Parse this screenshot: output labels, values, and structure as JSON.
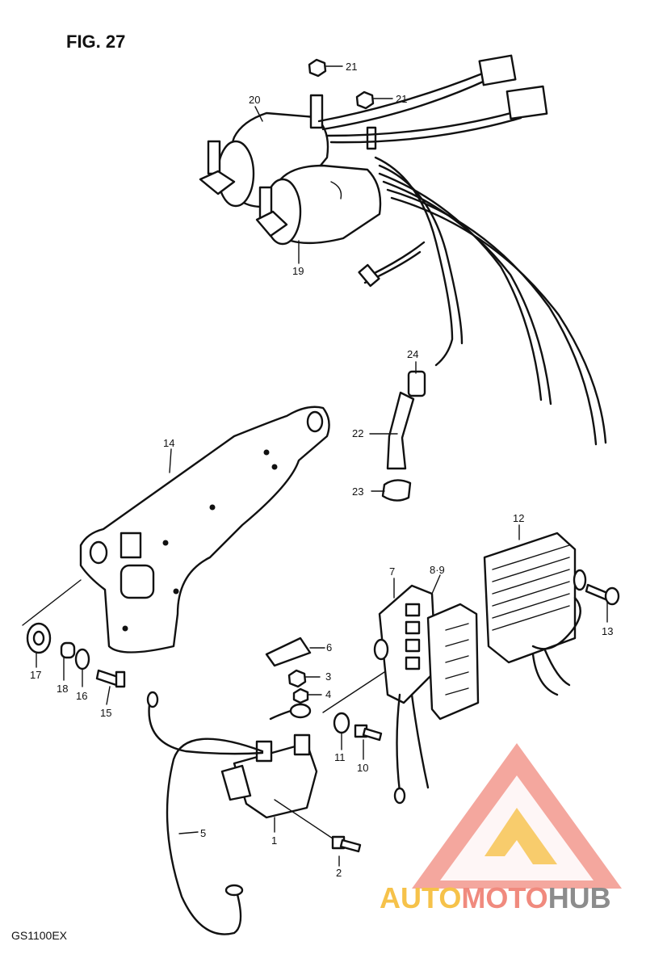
{
  "figure": {
    "title": "FIG. 27",
    "model": "GS1100EX"
  },
  "watermark": {
    "segments": [
      {
        "text": "AUTO",
        "color": "#f6c24a"
      },
      {
        "text": "MOTO",
        "color": "#f08a7e"
      },
      {
        "text": "HUB",
        "color": "#8c8c8c"
      }
    ],
    "logo_colors": {
      "outer": "#f08a7e",
      "inner": "#f6c24a"
    }
  },
  "callouts": [
    {
      "number": "1"
    },
    {
      "number": "2"
    },
    {
      "number": "3"
    },
    {
      "number": "4"
    },
    {
      "number": "5"
    },
    {
      "number": "6"
    },
    {
      "number": "7"
    },
    {
      "number": "8·9"
    },
    {
      "number": "10"
    },
    {
      "number": "11"
    },
    {
      "number": "12"
    },
    {
      "number": "13"
    },
    {
      "number": "14"
    },
    {
      "number": "15"
    },
    {
      "number": "16"
    },
    {
      "number": "17"
    },
    {
      "number": "18"
    },
    {
      "number": "19"
    },
    {
      "number": "20"
    },
    {
      "number": "21"
    },
    {
      "number": "21"
    },
    {
      "number": "22"
    },
    {
      "number": "23"
    },
    {
      "number": "24"
    }
  ]
}
